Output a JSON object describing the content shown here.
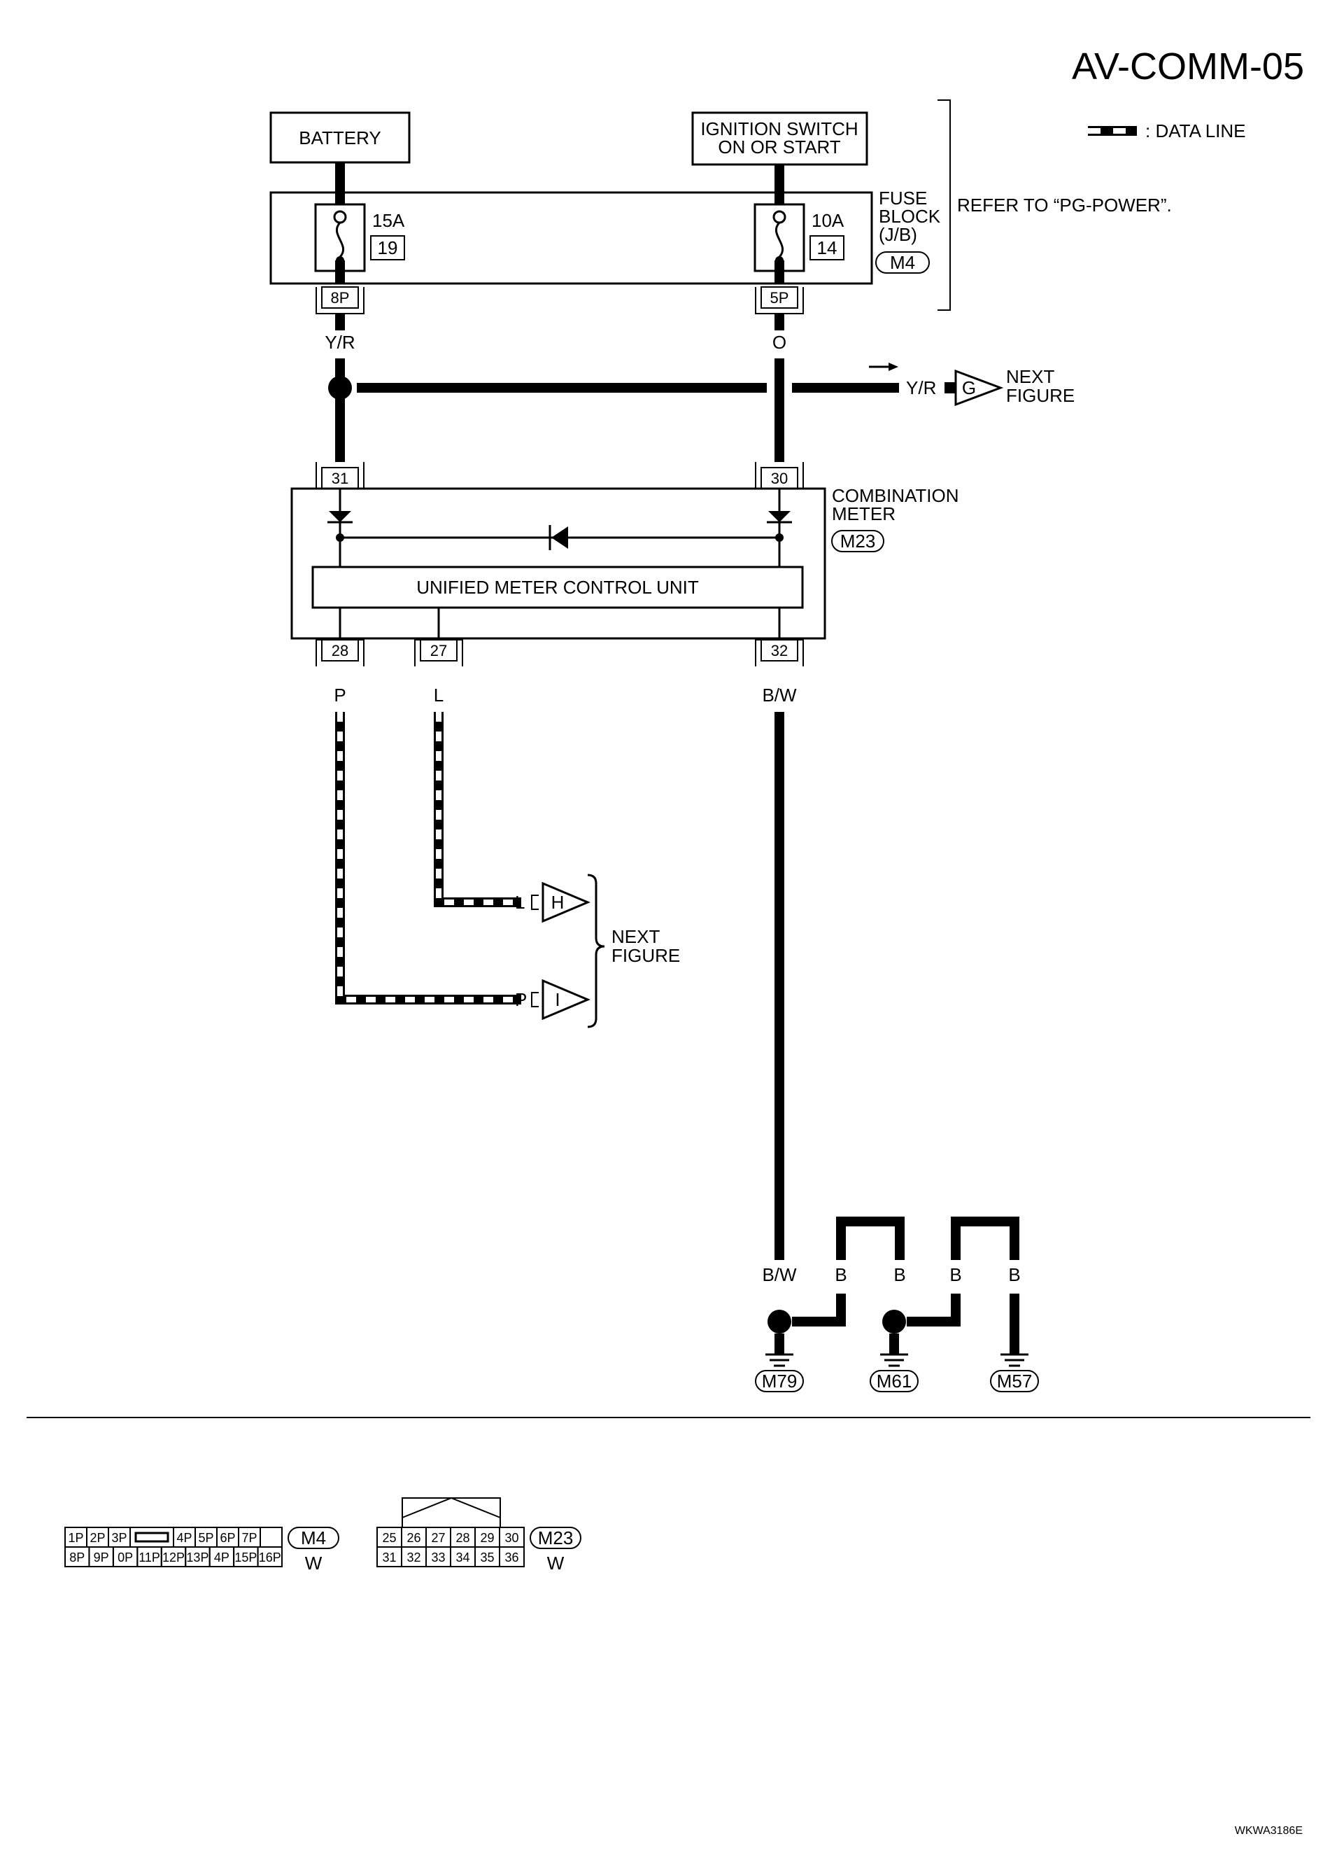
{
  "title": "AV-COMM-05",
  "legend": {
    "data_line_label": ": DATA LINE"
  },
  "power": {
    "battery": "BATTERY",
    "ignition_line1": "IGNITION SWITCH",
    "ignition_line2": "ON OR START"
  },
  "fuse_block": {
    "label_line1": "FUSE",
    "label_line2": "BLOCK",
    "label_line3": "(J/B)",
    "connector": "M4",
    "refer": "REFER TO “PG-POWER”.",
    "fuse1_rating": "15A",
    "fuse1_number": "19",
    "fuse2_rating": "10A",
    "fuse2_number": "14",
    "terminal1": "8P",
    "terminal2": "5P"
  },
  "wires": {
    "yr_left": "Y/R",
    "o": "O",
    "yr_right": "Y/R",
    "p": "P",
    "l": "L",
    "bw_top": "B/W",
    "bw_bottom": "B/W",
    "b1": "B",
    "b2": "B",
    "b3": "B",
    "b4": "B",
    "l_end": "L",
    "p_end": "P"
  },
  "next_figure": {
    "line1": "NEXT",
    "line2": "FIGURE",
    "g": "G",
    "h": "H",
    "i": "I"
  },
  "combination_meter": {
    "label_line1": "COMBINATION",
    "label_line2": "METER",
    "connector": "M23",
    "control_unit": "UNIFIED METER CONTROL UNIT",
    "terminals": {
      "t31": "31",
      "t30": "30",
      "t28": "28",
      "t27": "27",
      "t32": "32"
    }
  },
  "grounds": [
    "M79",
    "M61",
    "M57"
  ],
  "connector_views": {
    "m4": {
      "top_row": [
        "1P",
        "2P",
        "3P",
        "",
        "4P",
        "5P",
        "6P",
        "7P"
      ],
      "bottom_row": [
        "8P",
        "9P",
        "0P",
        "11P",
        "12P",
        "13P",
        "4P",
        "15P",
        "16P"
      ],
      "id": "M4",
      "color": "W"
    },
    "m23": {
      "top_row": [
        "25",
        "26",
        "27",
        "28",
        "29",
        "30"
      ],
      "bottom_row": [
        "31",
        "32",
        "33",
        "34",
        "35",
        "36"
      ],
      "id": "M23",
      "color": "W"
    }
  },
  "code": "WKWA3186E"
}
